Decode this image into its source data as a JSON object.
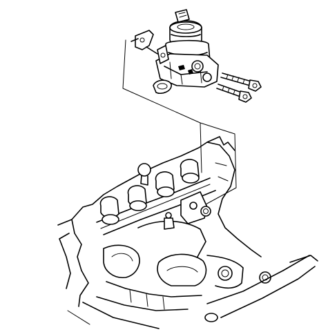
{
  "diagram": {
    "kind": "exploded-assembly-line-drawing",
    "parts": [
      {
        "name": "egr-valve-assembly",
        "icon": "valve-icon"
      },
      {
        "name": "mounting-bracket",
        "icon": "bracket-icon"
      },
      {
        "name": "valve-gasket",
        "icon": "gasket-icon"
      },
      {
        "name": "long-mounting-bolt",
        "icon": "bolt-icon"
      },
      {
        "name": "short-mounting-bolt",
        "icon": "bolt-icon"
      },
      {
        "name": "engine-cylinder-head",
        "icon": "engine-icon"
      }
    ],
    "colors": {
      "stroke": "#000000",
      "background": "#ffffff"
    }
  }
}
